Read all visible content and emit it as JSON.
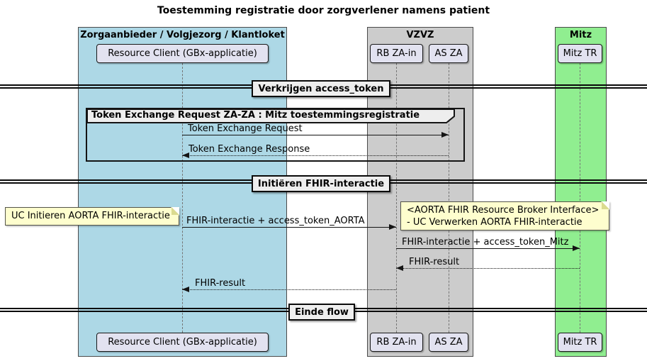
{
  "diagram": {
    "type": "sequence-diagram",
    "title": "Toestemming registratie door zorgverlener namens patient"
  },
  "bands": [
    {
      "label": "Zorgaanbieder / Volgjezorg / Klantloket",
      "color": "#ADD8E6"
    },
    {
      "label": "VZVZ",
      "color": "#CCCCCC"
    },
    {
      "label": "Mitz",
      "color": "#90EE90"
    }
  ],
  "participants": [
    {
      "label": "Resource Client (GBx-applicatie)",
      "band": "Zorgaanbieder / Volgjezorg / Klantloket"
    },
    {
      "label": "RB ZA-in",
      "band": "VZVZ"
    },
    {
      "label": "AS ZA",
      "band": "VZVZ"
    },
    {
      "label": "Mitz TR",
      "band": "Mitz"
    }
  ],
  "dividers": [
    {
      "label": "Verkrijgen access_token"
    },
    {
      "label": "Initiëren FHIR-interactie"
    },
    {
      "label": "Einde flow"
    }
  ],
  "group_frame": {
    "label": "Token Exchange Request ZA-ZA : Mitz toestemmingsregistratie"
  },
  "messages": [
    {
      "label": "Token Exchange Request",
      "from": "Resource Client (GBx-applicatie)",
      "to": "AS ZA",
      "line": "solid"
    },
    {
      "label": "Token Exchange Response",
      "from": "AS ZA",
      "to": "Resource Client (GBx-applicatie)",
      "line": "dotted"
    },
    {
      "label": "FHIR-interactie + access_token_AORTA",
      "from": "Resource Client (GBx-applicatie)",
      "to": "RB ZA-in",
      "line": "solid"
    },
    {
      "label": "FHIR-interactie + access_token_Mitz",
      "from": "RB ZA-in",
      "to": "Mitz TR",
      "line": "solid"
    },
    {
      "label": "FHIR-result",
      "from": "Mitz TR",
      "to": "RB ZA-in",
      "line": "dotted"
    },
    {
      "label": "FHIR-result",
      "from": "RB ZA-in",
      "to": "Resource Client (GBx-applicatie)",
      "line": "dotted"
    }
  ],
  "notes": [
    {
      "lines": [
        "UC Initieren AORTA FHIR-interactie"
      ]
    },
    {
      "lines": [
        "<AORTA FHIR Resource Broker Interface>",
        "- UC Verwerken AORTA FHIR-interactie"
      ]
    }
  ],
  "colors": {
    "band_blue": "#ADD8E6",
    "band_gray": "#CCCCCC",
    "band_green": "#90EE90",
    "participant_fill": "#E2E2F0",
    "note_fill": "#FEFECE",
    "divider_fill": "#EEEEEE",
    "group_header_fill": "#EEEEEE",
    "line_color": "#141414"
  }
}
